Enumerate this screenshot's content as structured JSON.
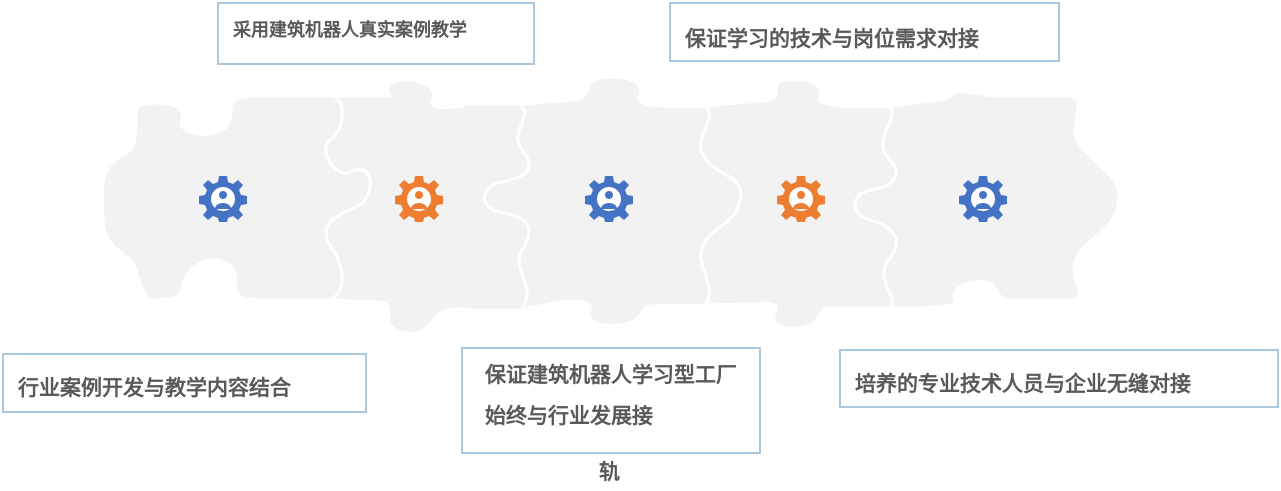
{
  "boxes": {
    "top_left": "采用建筑机器人真实案例教学",
    "top_right": "保证学习的技术与岗位需求对接",
    "bottom_left": "行业案例开发与教学内容结合",
    "bottom_center": "保证建筑机器人学习型工厂始终与行业发展接",
    "bottom_center_tail": "轨",
    "bottom_right": "培养的专业技术人员与企业无缝对接"
  },
  "gears": [
    {
      "icon": "gear-person-icon",
      "color": "#4472c4"
    },
    {
      "icon": "gear-person-icon",
      "color": "#ed7d31"
    },
    {
      "icon": "gear-person-icon",
      "color": "#4472c4"
    },
    {
      "icon": "gear-person-icon",
      "color": "#ed7d31"
    },
    {
      "icon": "gear-person-icon",
      "color": "#4472c4"
    }
  ],
  "colors": {
    "puzzle_fill": "#f2f2f2",
    "puzzle_outline": "#ffffff",
    "box_border": "#a9c8df",
    "text": "#595959"
  }
}
